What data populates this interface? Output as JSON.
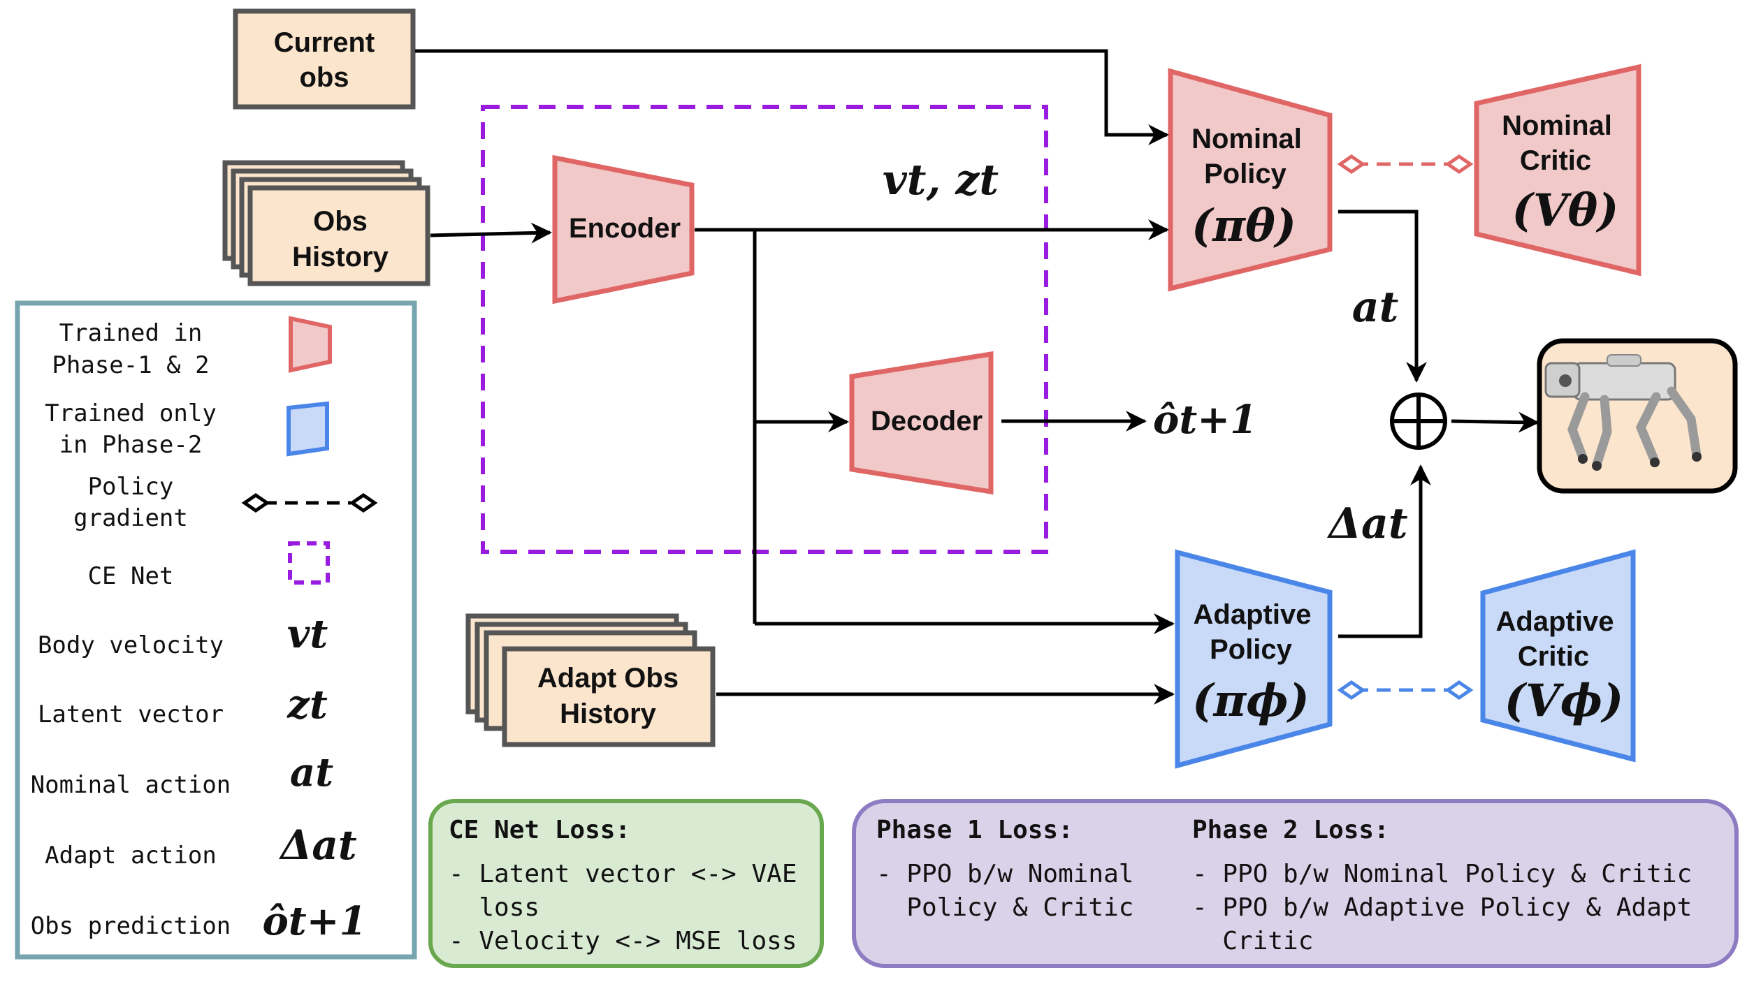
{
  "inputs": {
    "current_obs": [
      "Current",
      "obs"
    ],
    "obs_history": [
      "Obs",
      "History"
    ],
    "adapt_obs_history": [
      "Adapt Obs",
      "History"
    ]
  },
  "modules": {
    "encoder": "Encoder",
    "decoder": "Decoder",
    "nominal_policy": [
      "Nominal",
      "Policy",
      "(πθ)"
    ],
    "nominal_critic": [
      "Nominal",
      "Critic",
      "(Vθ)"
    ],
    "adaptive_policy": [
      "Adaptive",
      "Policy",
      "(πϕ)"
    ],
    "adaptive_critic": [
      "Adaptive",
      "Critic",
      "(Vϕ)"
    ]
  },
  "signals": {
    "latent": "vt, zt",
    "obs_pred": "ôt+1",
    "nominal_action": "at",
    "adapt_action": "Δat",
    "sum_symbol": "⊕"
  },
  "legend": {
    "items": [
      {
        "label": [
          "Trained in",
          "Phase-1 & 2"
        ],
        "icon": "red-trapezoid-icon"
      },
      {
        "label": [
          "Trained only",
          "in Phase-2"
        ],
        "icon": "blue-trapezoid-icon"
      },
      {
        "label": [
          "Policy",
          "gradient"
        ],
        "icon": "dashed-diamond-line-icon"
      },
      {
        "label": [
          "CE Net"
        ],
        "icon": "purple-dashed-square-icon"
      },
      {
        "label": [
          "Body velocity"
        ],
        "symbol": "vt"
      },
      {
        "label": [
          "Latent vector"
        ],
        "symbol": "zt"
      },
      {
        "label": [
          "Nominal action"
        ],
        "symbol": "at"
      },
      {
        "label": [
          "Adapt action"
        ],
        "symbol": "Δat"
      },
      {
        "label": [
          "Obs prediction"
        ],
        "symbol": "ôt+1"
      }
    ]
  },
  "ce_loss": {
    "title": "CE Net Loss:",
    "lines": [
      "- Latent vector <-> VAE",
      "  loss",
      "- Velocity <-> MSE loss"
    ]
  },
  "phase_loss": {
    "phase1_title": "Phase 1 Loss:",
    "phase1_lines": [
      "- PPO b/w Nominal",
      "  Policy & Critic"
    ],
    "phase2_title": "Phase 2 Loss:",
    "phase2_lines": [
      "- PPO b/w Nominal Policy & Critic",
      "- PPO b/w Adaptive Policy & Adapt",
      "  Critic"
    ]
  },
  "colors": {
    "red_fill": "#f2c9c9",
    "red_stroke": "#e06666",
    "blue_fill": "#c9daf8",
    "blue_stroke": "#4a86e8",
    "box_fill": "#fce5cd",
    "box_stroke": "#555555",
    "purple": "#9a1be0",
    "legend_border": "#76a5af",
    "green_fill": "#d9ead3",
    "green_stroke": "#6aa84f",
    "lavender_fill": "#d9d2e9",
    "lavender_stroke": "#8e7cc3"
  },
  "robot_image": "quadruped-robot-icon"
}
